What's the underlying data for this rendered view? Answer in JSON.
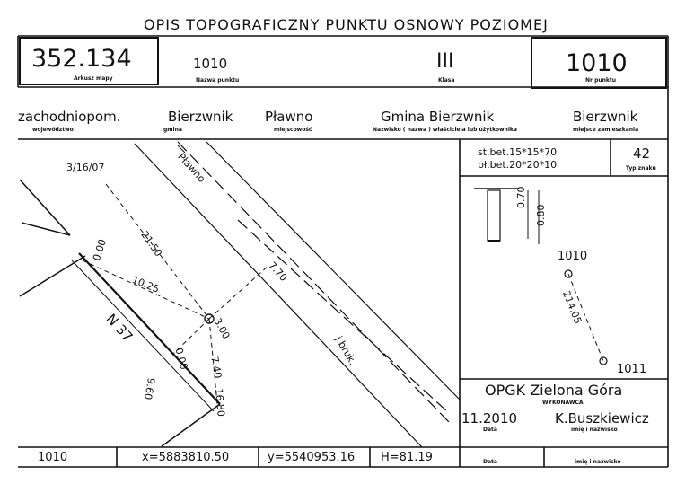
{
  "title": "OPIS TOPOGRAFICZNY PUNKTU OSNOWY POZIOMEJ",
  "header": {
    "sheet_number": "352.134",
    "sheet_label": "Arkusz mapy",
    "point_name": "1010",
    "point_name_label": "Nazwa punktu",
    "class": "III",
    "class_label": "Klasa",
    "point_number": "1010",
    "point_number_label": "Nr punktu"
  },
  "location": {
    "voivodeship": "zachodniopom.",
    "voivodeship_label": "województwo",
    "commune": "Bierzwnik",
    "commune_label": "gmina",
    "locality": "Pławno",
    "locality_label": "miejscowość",
    "owner": "Gmina Bierzwnik",
    "owner_label": "Nazwisko ( nazwa ) właściciela lub użytkownika",
    "residence": "Bierzwnik",
    "residence_label": "miejsce zamieszkania"
  },
  "marker": {
    "line1": "st.bet.15*15*70",
    "line2": "pł.bet.20*20*10",
    "type": "42",
    "type_label": "Typ znaku",
    "depth1": "0.70",
    "depth2": "0.80"
  },
  "sketch": {
    "date": "3/16/07",
    "road_name": "Pławno",
    "road_surface": "j.bruk.",
    "building": "N 37",
    "distances": {
      "d1": "21.50",
      "d2": "10.25",
      "d3": "7.70",
      "d4": "3.00",
      "d5": "7.40",
      "d6": "0.00",
      "d7": "0.00",
      "d8": "9.60",
      "d9": "16.80"
    }
  },
  "reference": {
    "point_a": "1010",
    "point_b": "1011",
    "distance": "214.05"
  },
  "contractor": {
    "name": "OPGK Zielona Góra",
    "name_label": "WYKONAWCA",
    "date": "11.2010",
    "date_label": "Data",
    "person": "K.Buszkiewicz",
    "person_label": "imię i nazwisko"
  },
  "footer": {
    "point": "1010",
    "x": "x=5883810.50",
    "y": "y=5540953.16",
    "h": "H=81.19",
    "date_label": "Data",
    "name_label": "imię i nazwisko"
  }
}
